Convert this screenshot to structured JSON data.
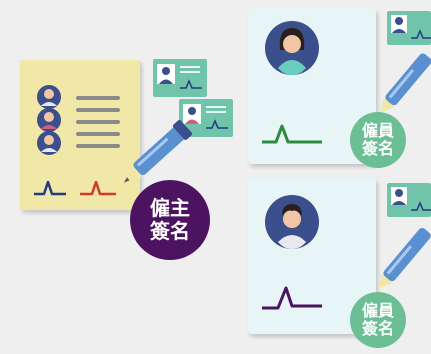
{
  "employer_badge": {
    "text": "僱主\n簽名",
    "color": "#4c1460"
  },
  "employee_badges": [
    {
      "text": "僱員\n簽名",
      "color": "#6cbf95"
    },
    {
      "text": "僱員\n簽名",
      "color": "#6cbf95"
    }
  ],
  "colors": {
    "background": "#efeff0",
    "employer_document": "#f1e8a8",
    "employee_document": "#e8f5f7",
    "id_card": "#6fc4a9",
    "avatar_circle": "#3b4f8c",
    "pen_body": "#5a8fd0",
    "employer_signature": [
      "#1f3b82",
      "#d23a2c"
    ],
    "employee_signature_top": "#2d8a3e",
    "employee_signature_bottom": "#4c1460"
  },
  "icons": {
    "person": "avatar-icon",
    "id_card": "id-card-icon",
    "pen": "pen-icon",
    "signature": "signature-scribble-icon"
  }
}
